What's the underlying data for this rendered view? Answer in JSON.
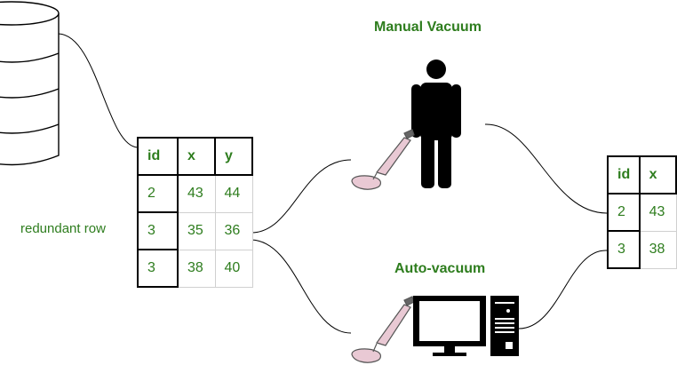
{
  "titles": {
    "manual": "Manual Vacuum",
    "auto": "Auto-vacuum"
  },
  "annotation": "redundant row",
  "left_table": {
    "headers": [
      "id",
      "x",
      "y"
    ],
    "rows": [
      [
        "2",
        "43",
        "44"
      ],
      [
        "3",
        "35",
        "36"
      ],
      [
        "3",
        "38",
        "40"
      ]
    ]
  },
  "right_table": {
    "headers": [
      "id",
      "x"
    ],
    "rows": [
      [
        "2",
        "43"
      ],
      [
        "3",
        "38"
      ]
    ]
  },
  "colors": {
    "label_green": "#2e7d1e",
    "vacuum_pink": "#e9c9d4",
    "outline": "#000000"
  },
  "icons": [
    "database-icon",
    "person-icon",
    "vacuum-cleaner-icon",
    "monitor-icon",
    "computer-tower-icon"
  ]
}
